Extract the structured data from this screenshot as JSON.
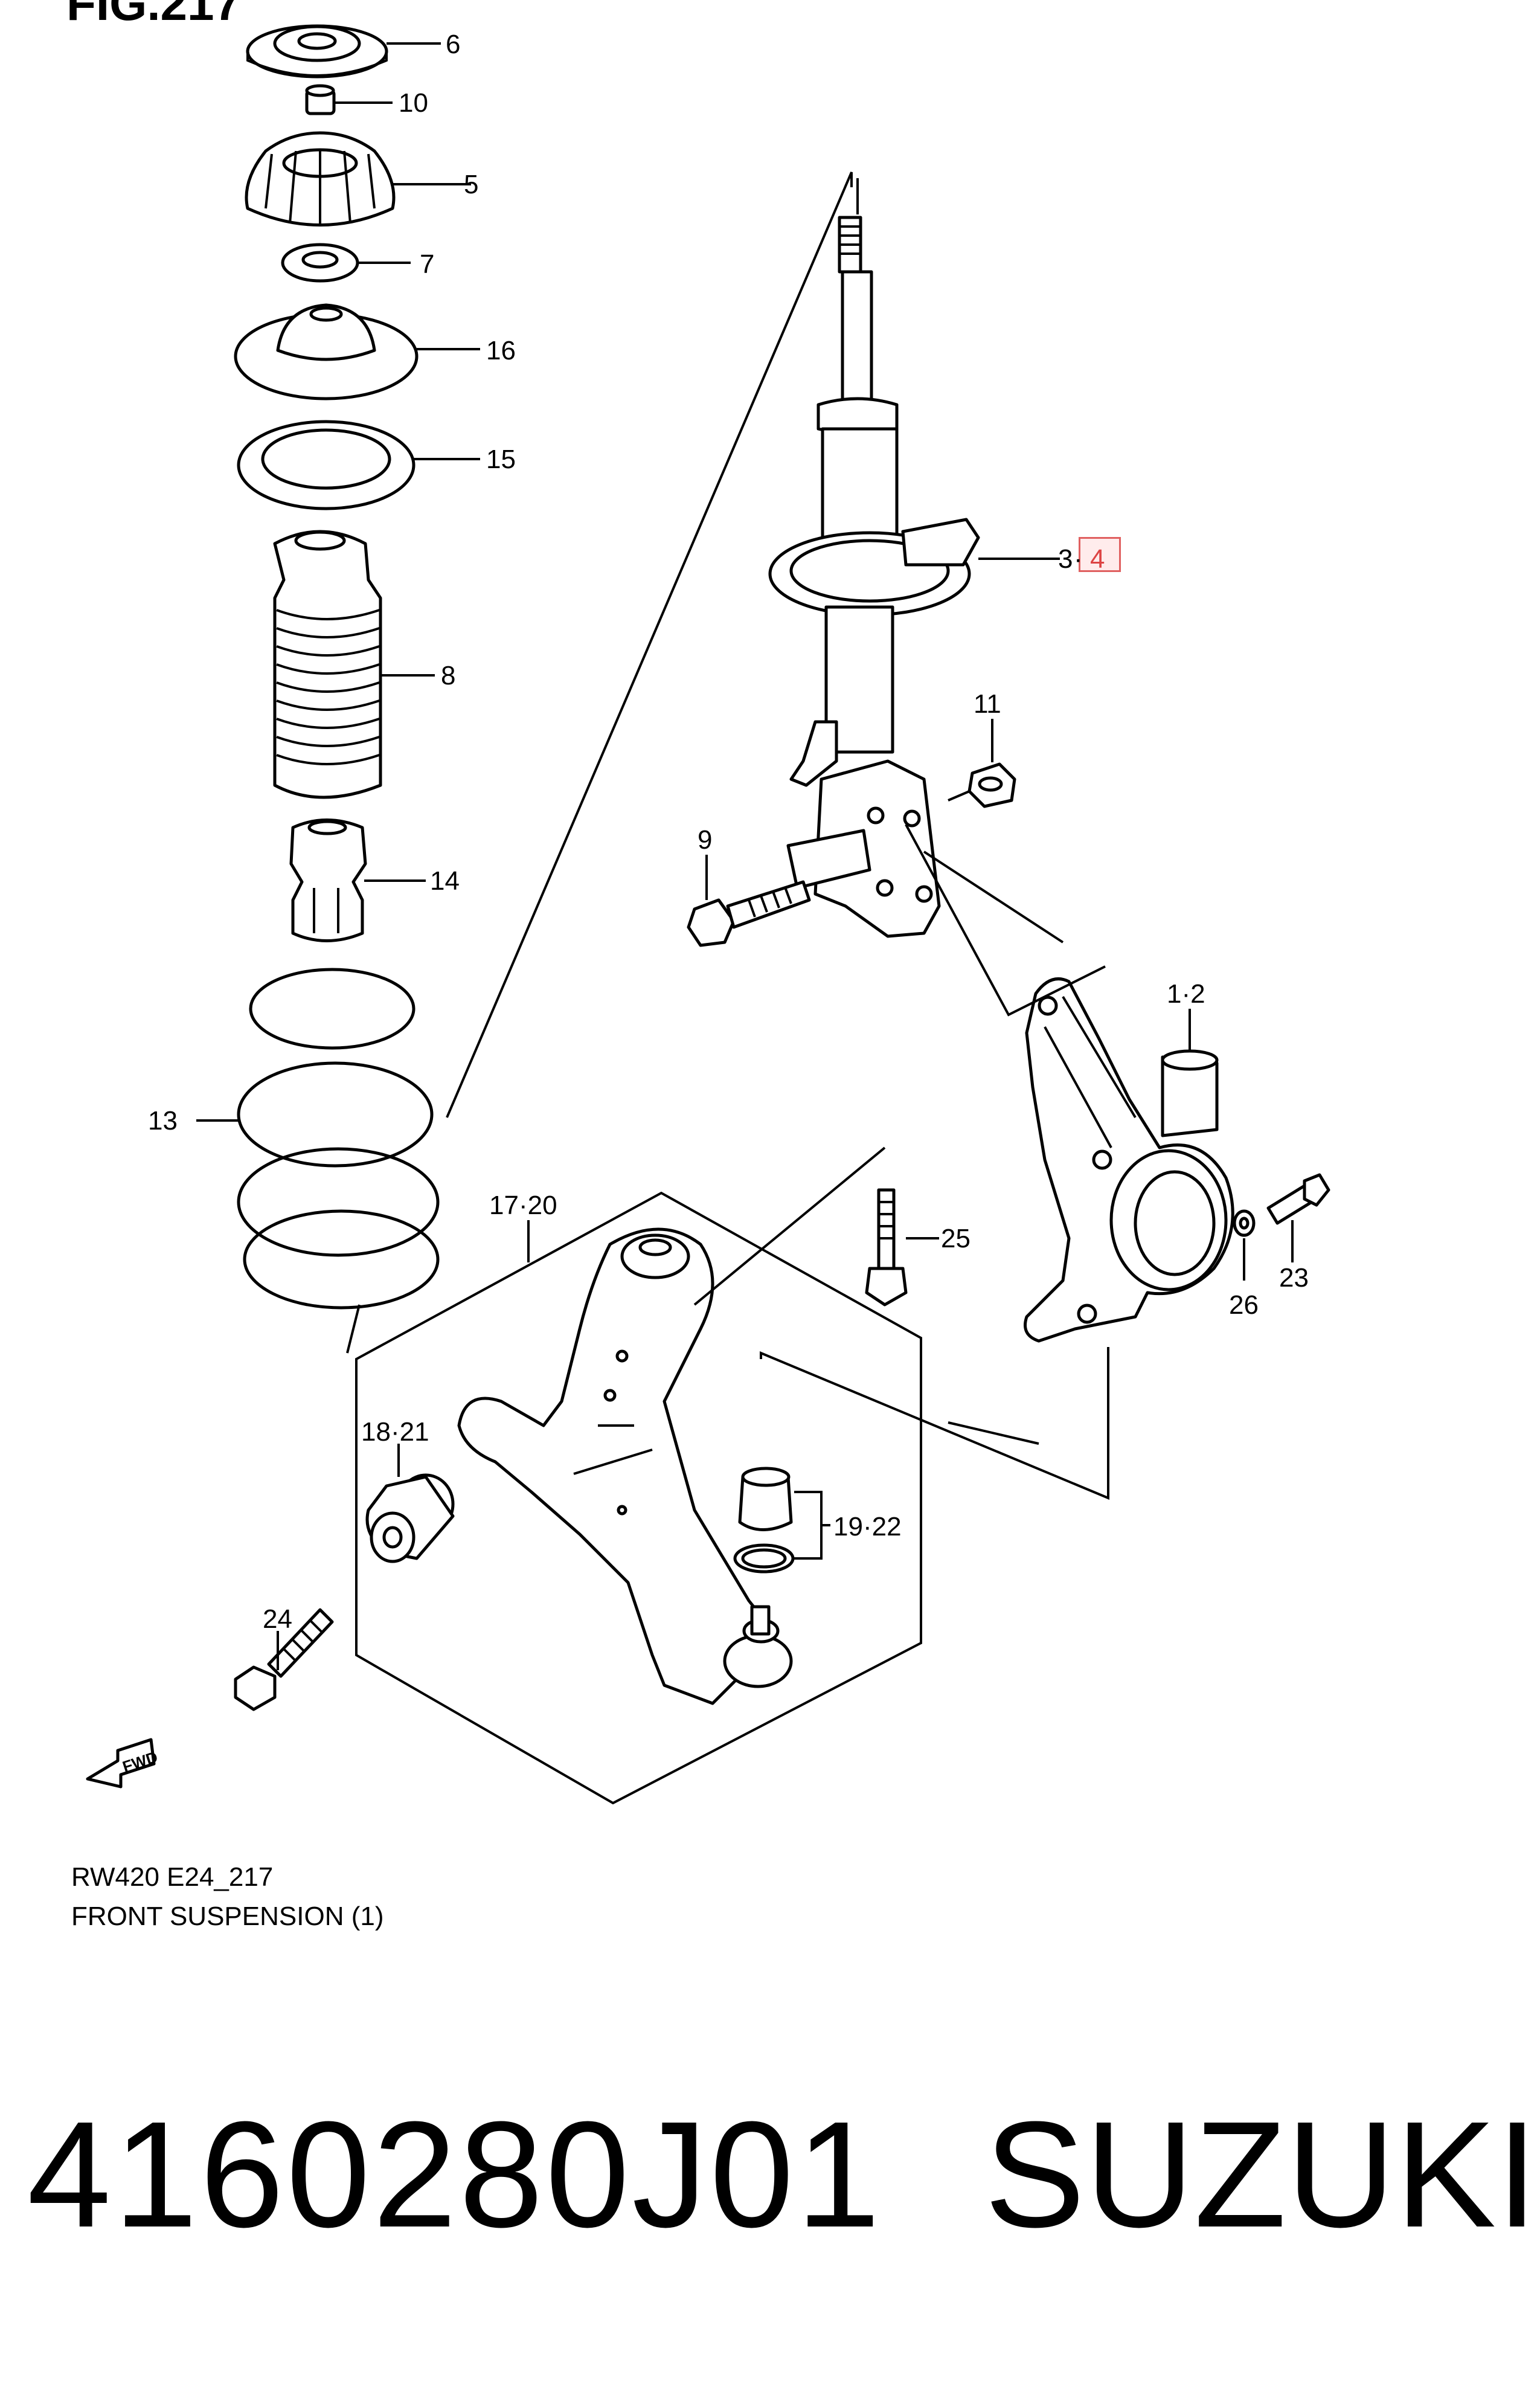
{
  "figure": {
    "label": "FIG.217"
  },
  "callouts": {
    "c6": "6",
    "c10": "10",
    "c5": "5",
    "c7": "7",
    "c16": "16",
    "c15": "15",
    "c8": "8",
    "c14": "14",
    "c13": "13",
    "c34_a": "3",
    "c34_dot": "·",
    "c34_b": "4",
    "c11": "11",
    "c9": "9",
    "c12": "1·2",
    "c1720": "17·20",
    "c25": "25",
    "c23": "23",
    "c26": "26",
    "c1821": "18·21",
    "c1922": "19·22",
    "c24": "24"
  },
  "fwd_badge": "FWD",
  "diagram_code": "RW420 E24_217",
  "diagram_caption": "FRONT SUSPENSION (1)",
  "part_number": "4160280J01",
  "brand": "SUZUKI",
  "colors": {
    "highlight": "#e06060",
    "line": "#000000",
    "background": "#ffffff"
  }
}
